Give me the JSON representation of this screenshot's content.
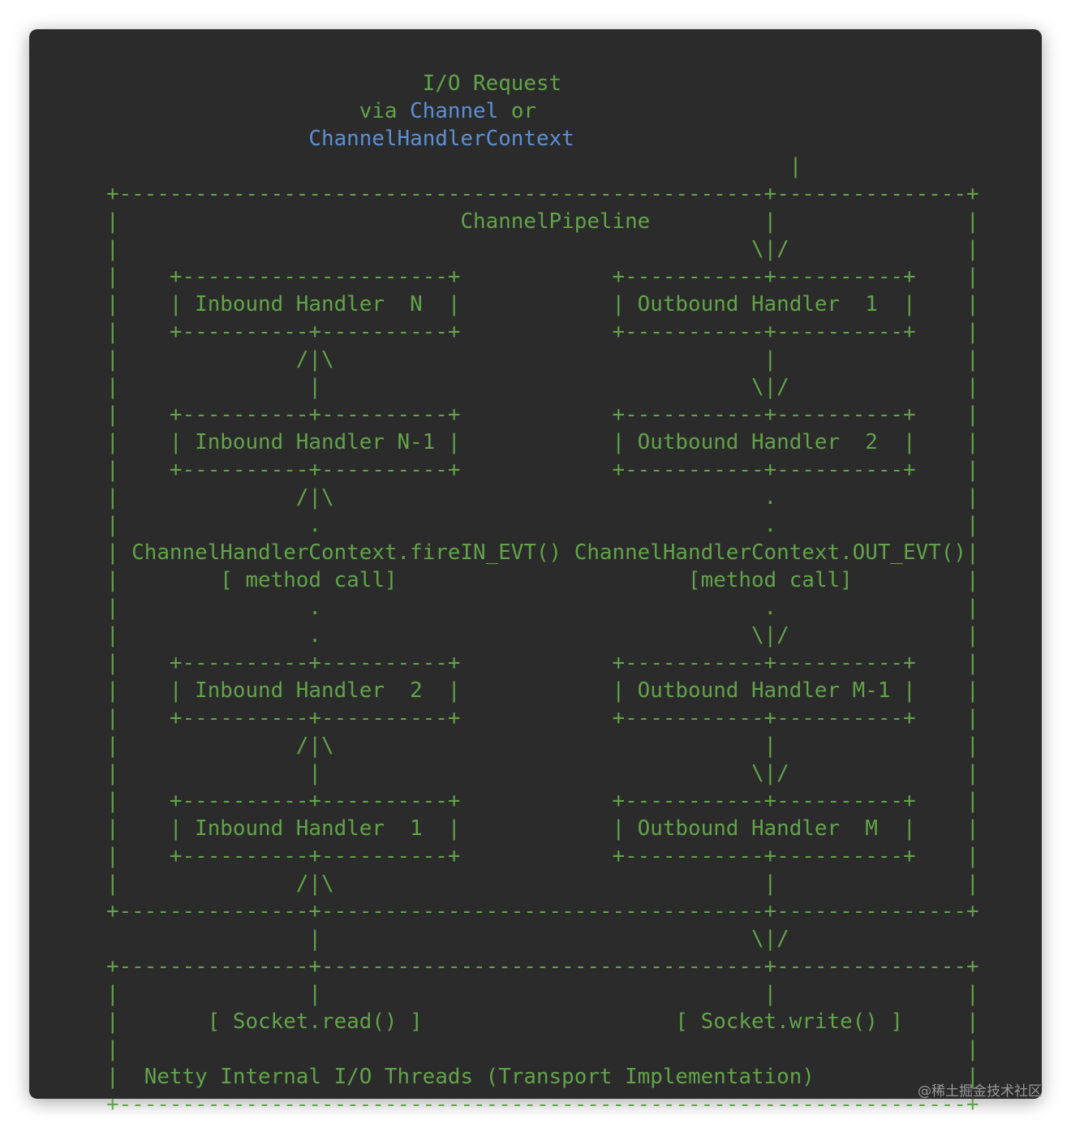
{
  "diagram": {
    "lines": [
      [
        {
          "t": "                         I/O Request"
        }
      ],
      [
        {
          "t": "                    via "
        },
        {
          "t": "Channel",
          "hl": true
        },
        {
          "t": " or"
        }
      ],
      [
        {
          "t": "                "
        },
        {
          "t": "ChannelHandlerContext",
          "hl": true
        }
      ],
      [
        {
          "t": "                                                      |"
        }
      ],
      [
        {
          "t": "+---------------------------------------------------+---------------+"
        }
      ],
      [
        {
          "t": "|                           ChannelPipeline         |               |"
        }
      ],
      [
        {
          "t": "|                                                  \\|/              |"
        }
      ],
      [
        {
          "t": "|    +---------------------+            +-----------+----------+    |"
        }
      ],
      [
        {
          "t": "|    | Inbound Handler  N  |            | Outbound Handler  1  |    |"
        }
      ],
      [
        {
          "t": "|    +----------+----------+            +-----------+----------+    |"
        }
      ],
      [
        {
          "t": "|              /|\\                                  |               |"
        }
      ],
      [
        {
          "t": "|               |                                  \\|/              |"
        }
      ],
      [
        {
          "t": "|    +----------+----------+            +-----------+----------+    |"
        }
      ],
      [
        {
          "t": "|    | Inbound Handler N-1 |            | Outbound Handler  2  |    |"
        }
      ],
      [
        {
          "t": "|    +----------+----------+            +-----------+----------+    |"
        }
      ],
      [
        {
          "t": "|              /|\\                                  .               |"
        }
      ],
      [
        {
          "t": "|               .                                   .               |"
        }
      ],
      [
        {
          "t": "| ChannelHandlerContext.fireIN_EVT() ChannelHandlerContext.OUT_EVT()|"
        }
      ],
      [
        {
          "t": "|        [ method call]                       [method call]         |"
        }
      ],
      [
        {
          "t": "|               .                                   .               |"
        }
      ],
      [
        {
          "t": "|               .                                  \\|/              |"
        }
      ],
      [
        {
          "t": "|    +----------+----------+            +-----------+----------+    |"
        }
      ],
      [
        {
          "t": "|    | Inbound Handler  2  |            | Outbound Handler M-1 |    |"
        }
      ],
      [
        {
          "t": "|    +----------+----------+            +-----------+----------+    |"
        }
      ],
      [
        {
          "t": "|              /|\\                                  |               |"
        }
      ],
      [
        {
          "t": "|               |                                  \\|/              |"
        }
      ],
      [
        {
          "t": "|    +----------+----------+            +-----------+----------+    |"
        }
      ],
      [
        {
          "t": "|    | Inbound Handler  1  |            | Outbound Handler  M  |    |"
        }
      ],
      [
        {
          "t": "|    +----------+----------+            +-----------+----------+    |"
        }
      ],
      [
        {
          "t": "|              /|\\                                  |               |"
        }
      ],
      [
        {
          "t": "+---------------+-----------------------------------+---------------+"
        }
      ],
      [
        {
          "t": "                |                                  \\|/"
        }
      ],
      [
        {
          "t": "+---------------+-----------------------------------+---------------+"
        }
      ],
      [
        {
          "t": "|               |                                   |               |"
        }
      ],
      [
        {
          "t": "|       [ Socket.read() ]                    [ Socket.write() ]     |"
        }
      ],
      [
        {
          "t": "|                                                                   |"
        }
      ],
      [
        {
          "t": "|  Netty Internal I/O Threads (Transport Implementation)            |"
        }
      ],
      [
        {
          "t": "+-------------------------------------------------------------------+"
        }
      ]
    ]
  },
  "watermark": "@稀土掘金技术社区",
  "colors": {
    "background": "#2b2b2b",
    "text": "#62a34a",
    "highlight": "#5c8fd6"
  }
}
